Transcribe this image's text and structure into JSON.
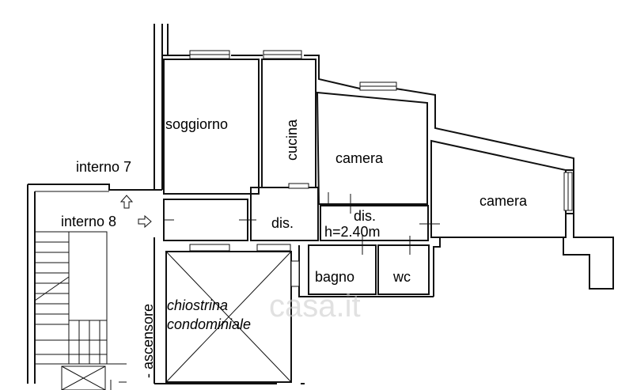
{
  "rooms": {
    "soggiorno": "soggiorno",
    "cucina": "cucina",
    "camera_1": "camera",
    "camera_2": "camera",
    "dis_1": "dis.",
    "dis_2": "dis.",
    "ceiling_height": "h=2.40m",
    "bagno": "bagno",
    "wc": "wc"
  },
  "labels": {
    "interno_7": "interno 7",
    "interno_8": "interno 8",
    "ascensore": "- ascensore",
    "chiostrina_line1": "chiostrina",
    "chiostrina_line2": "condominiale"
  },
  "watermark": "casa.it",
  "colors": {
    "line": "#111111",
    "background": "#ffffff",
    "watermark": "#c9c9c9"
  }
}
